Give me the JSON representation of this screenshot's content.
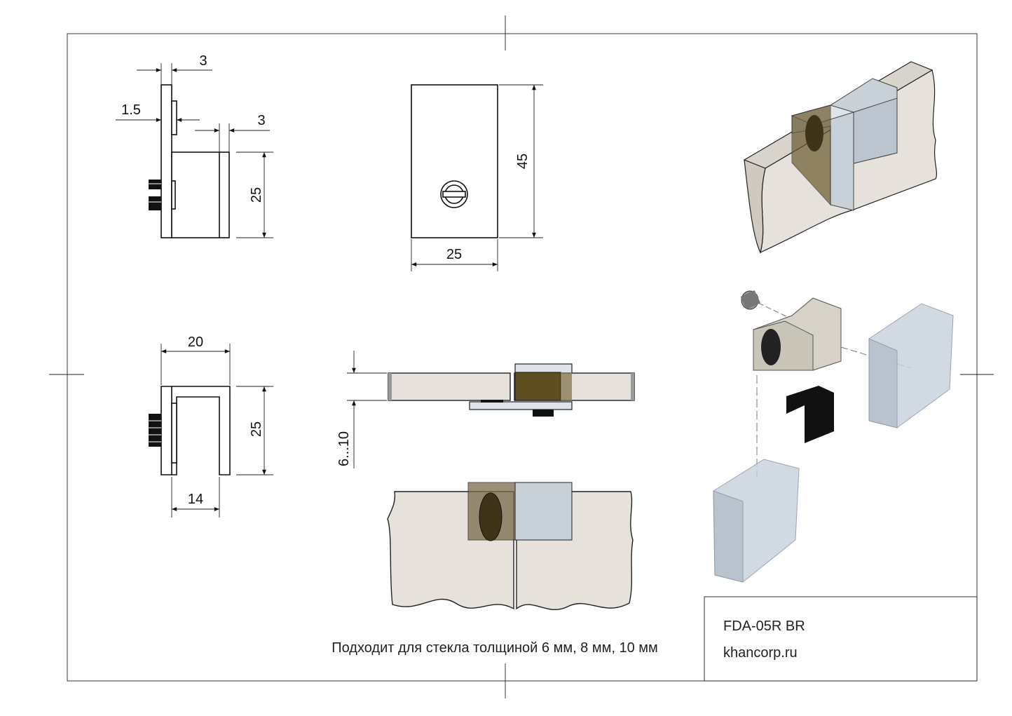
{
  "views": {
    "side": {
      "dim_top": "3",
      "dim_tab": "1.5",
      "dim_right": "3",
      "dim_height": "25"
    },
    "front": {
      "dim_height": "45",
      "dim_width": "25"
    },
    "top": {
      "dim_width": "20",
      "dim_height": "25",
      "dim_inner": "14"
    },
    "section": {
      "dim_glass": "6...10"
    }
  },
  "caption": "Подходит для стекла толщиной 6 мм, 8 мм, 10 мм",
  "title_block": {
    "model": "FDA-05R BR",
    "website": "khancorp.ru"
  },
  "colors": {
    "glass": "#e6e1da",
    "clamp": "#c8d0d8",
    "bronze": "#6b5a2e",
    "gasket": "#1a1a1a"
  }
}
